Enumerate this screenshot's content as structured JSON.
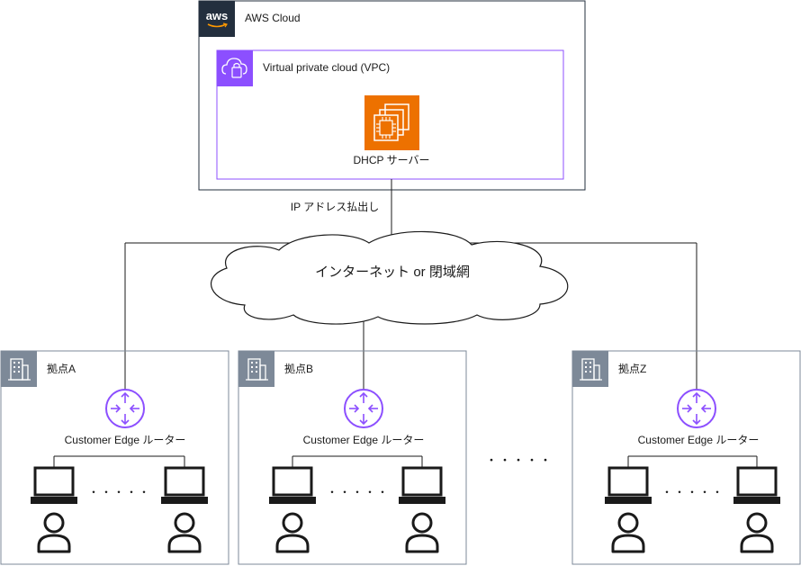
{
  "aws_cloud": {
    "label": "AWS Cloud",
    "logo_text": "aws"
  },
  "vpc": {
    "label": "Virtual private cloud (VPC)"
  },
  "dhcp_server": {
    "label": "DHCP サーバー"
  },
  "ip_distribution": {
    "label": "IP アドレス払出し"
  },
  "network": {
    "label": "インターネット or 閉域網"
  },
  "sites": [
    {
      "label": "拠点A",
      "router_label": "Customer Edge ルーター"
    },
    {
      "label": "拠点B",
      "router_label": "Customer Edge ルーター"
    },
    {
      "label": "拠点Z",
      "router_label": "Customer Edge ルーター"
    }
  ],
  "ellipsis": "・・・・・",
  "colors": {
    "aws_dark": "#232f3e",
    "vpc_purple": "#8c4fff",
    "ec2_orange": "#ed7100",
    "router_purple": "#8c4fff",
    "site_gray": "#7d8998"
  }
}
